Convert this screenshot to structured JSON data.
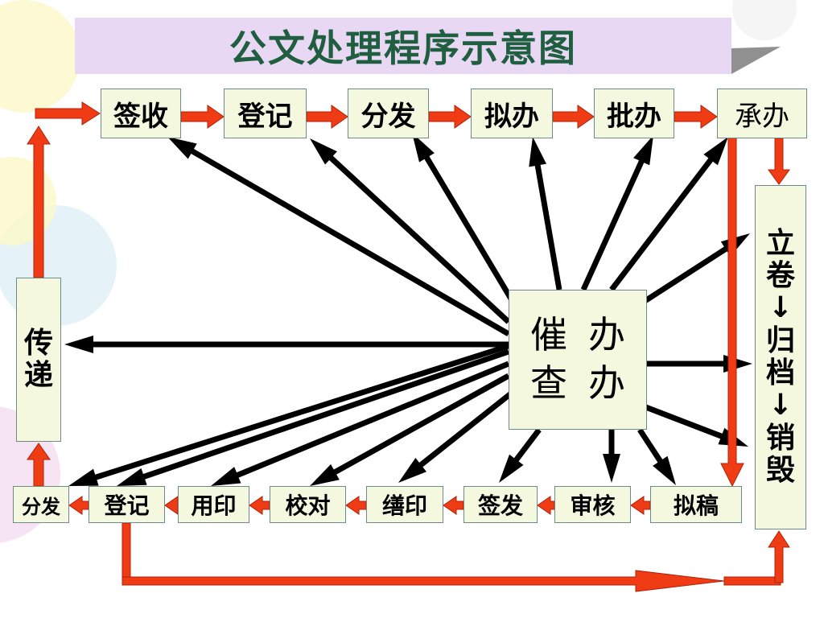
{
  "title": "公文处理程序示意图",
  "colors": {
    "flow_arrow": "#f03c14",
    "flow_outline": "#b0200a",
    "supervise_arrow": "#000000",
    "box_fill": "#f3f8df",
    "box_border": "#6e8a8a",
    "title_bg": "#e8d8f4",
    "title_text": "#1f5e3f"
  },
  "top_row": [
    "签收",
    "登记",
    "分发",
    "拟办",
    "批办",
    "承办"
  ],
  "bottom_row": [
    "分发",
    "登记",
    "用印",
    "校对",
    "缮印",
    "签发",
    "审核",
    "拟稿"
  ],
  "left_box": [
    "传",
    "递"
  ],
  "right_box": [
    "立",
    "卷",
    "↓",
    "归",
    "档",
    "↓",
    "销",
    "毁"
  ],
  "center_box": [
    "催办",
    "查办"
  ]
}
